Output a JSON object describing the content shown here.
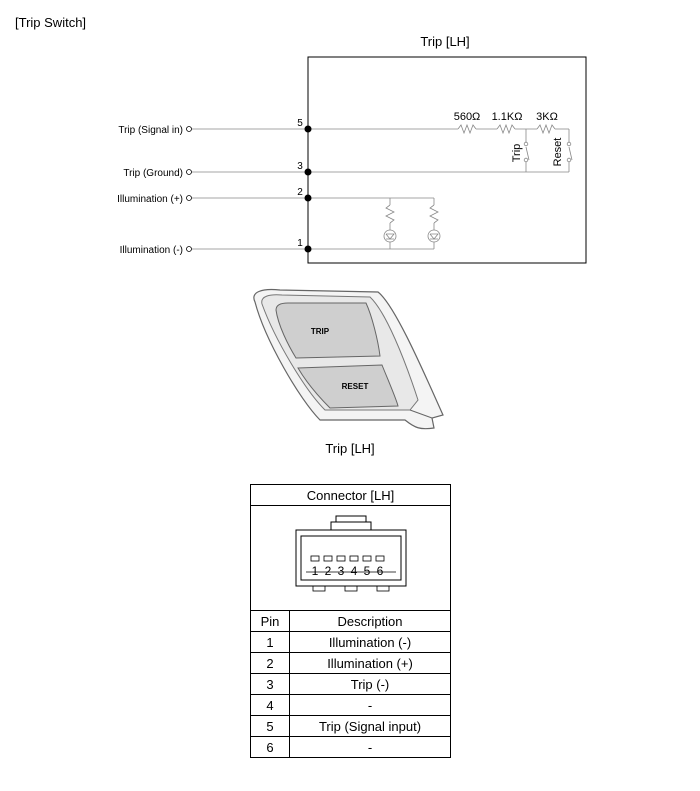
{
  "page_title": "[Trip Switch]",
  "schematic": {
    "title": "Trip [LH]",
    "inputs": [
      {
        "label": "Trip (Signal in)",
        "pin": "5"
      },
      {
        "label": "Trip (Ground)",
        "pin": "3"
      },
      {
        "label": "Illumination (+)",
        "pin": "2"
      },
      {
        "label": "Illumination (-)",
        "pin": "1"
      }
    ],
    "resistors": [
      "560Ω",
      "1.1KΩ",
      "3KΩ"
    ],
    "switches": [
      "Trip",
      "Reset"
    ]
  },
  "switch_image": {
    "buttons": [
      "TRIP",
      "RESET"
    ],
    "caption": "Trip [LH]"
  },
  "connector": {
    "title": "Connector [LH]",
    "pin_numbers": [
      "1",
      "2",
      "3",
      "4",
      "5",
      "6"
    ],
    "headers": [
      "Pin",
      "Description"
    ],
    "rows": [
      {
        "pin": "1",
        "description": "Illumination (-)"
      },
      {
        "pin": "2",
        "description": "Illumination (+)"
      },
      {
        "pin": "3",
        "description": "Trip (-)"
      },
      {
        "pin": "4",
        "description": "-"
      },
      {
        "pin": "5",
        "description": "Trip (Signal input)"
      },
      {
        "pin": "6",
        "description": "-"
      }
    ]
  }
}
